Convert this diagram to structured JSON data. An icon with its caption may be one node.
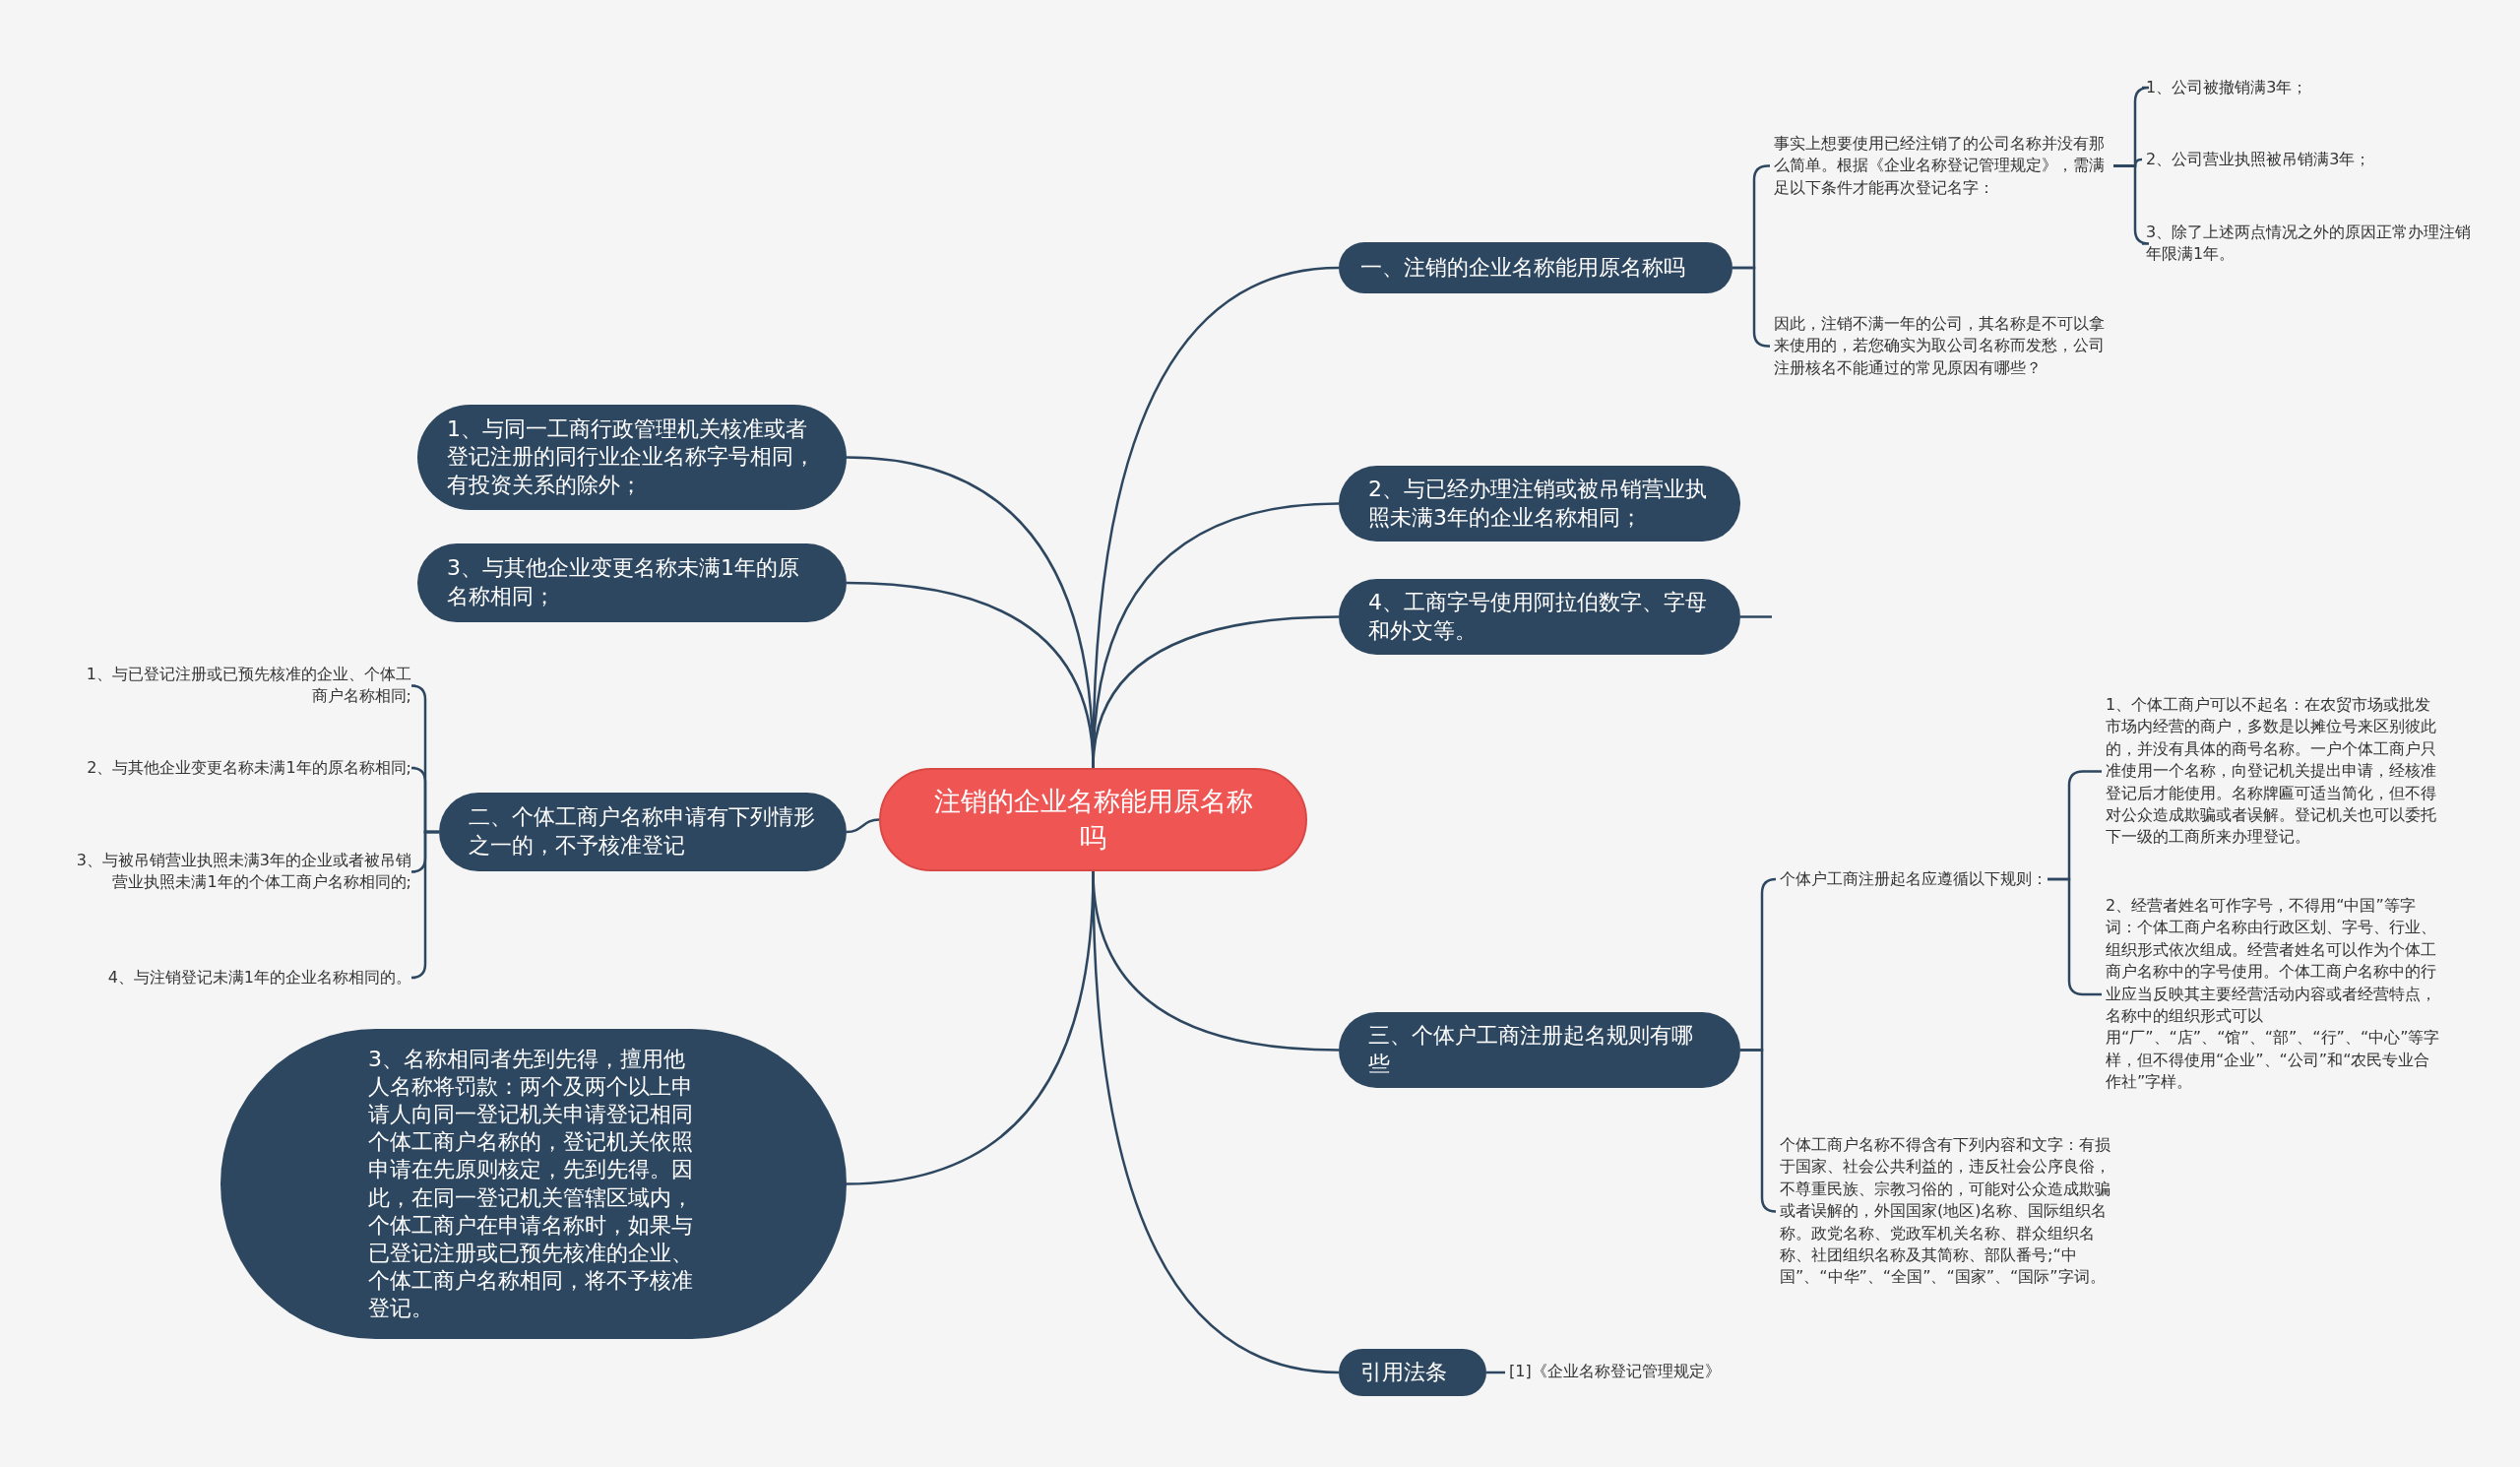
{
  "diagram": {
    "nodes": [
      {
        "text": [
          "注销的企业名称能用原名称吗"
        ]
      },
      {
        "text": [
          "一、注销的企业名称能用原名称吗"
        ]
      },
      {
        "text": [
          "事实上想要使用已经注销了的公司名称并没有那么简单。根据《企业名称登记管理规定》，需满足以下条件才能再次登记名字："
        ]
      },
      {
        "text": [
          "1、公司被撤销满3年；"
        ]
      },
      {
        "text": [
          "2、公司营业执照被吊销满3年；"
        ]
      },
      {
        "text": [
          "3、除了上述两点情况之外的原因正常办理注销年限满1年。"
        ]
      },
      {
        "text": [
          "因此，注销不满一年的公司，其名称是不可以拿来使用的，若您确实为取公司名称而发愁，公司注册核名不能通过的常见原因有哪些？"
        ]
      },
      {
        "text": [
          "1、与同一工商行政管理机关核准或者登记注册的同行业企业名称字号相同，有投资关系的除外；"
        ]
      },
      {
        "text": [
          "2、与已经办理注销或被吊销营业执照未满3年的企业名称相同；"
        ]
      },
      {
        "text": [
          "3、与其他企业变更名称未满1年的原名称相同；"
        ]
      },
      {
        "text": [
          "4、工商字号使用阿拉伯数字、字母和外文等。"
        ]
      },
      {
        "text": [
          "二、个体工商户名称申请有下列情形之一的，不予核准登记"
        ]
      },
      {
        "text": [
          "1、与已登记注册或已预先核准的企业、个体工商户名称相同;"
        ]
      },
      {
        "text": [
          "2、与其他企业变更名称未满1年的原名称相同;"
        ]
      },
      {
        "text": [
          "3、与被吊销营业执照未满3年的企业或者被吊销营业执照未满1年的个体工商户名称相同的;"
        ]
      },
      {
        "text": [
          "4、与注销登记未满1年的企业名称相同的。"
        ]
      },
      {
        "text": [
          "三、个体户工商注册起名规则有哪些"
        ]
      },
      {
        "text": [
          "个体户工商注册起名应遵循以下规则："
        ]
      },
      {
        "text": [
          "1、个体工商户可以不起名：在农贸市场或批发市场内经营的商户，多数是以摊位号来区别彼此的，并没有具体的商号名称。一户个体工商户只准使用一个名称，向登记机关提出申请，经核准登记后才能使用。名称牌匾可适当简化，但不得对公众造成欺骗或者误解。登记机关也可以委托下一级的工商所来办理登记。"
        ]
      },
      {
        "text": [
          "2、经营者姓名可作字号，不得用“中国”等字词：个体工商户名称由行政区划、字号、行业、组织形式依次组成。经营者姓名可以作为个体工商户名称中的字号使用。个体工商户名称中的行业应当反映其主要经营活动内容或者经营特点，名称中的组织形式可以用“厂”、“店”、“馆”、“部”、“行”、“中心”等字样，但不得使用“企业”、“公司”和“农民专业合作社”字样。"
        ]
      },
      {
        "text": [
          "个体工商户名称不得含有下列内容和文字：有损于国家、社会公共利益的，违反社会公序良俗，不尊重民族、宗教习俗的，可能对公众造成欺骗或者误解的，外国国家(地区)名称、国际组织名称。政党名称、党政军机关名称、群众组织名称、社团组织名称及其简称、部队番号;“中国”、“中华”、“全国”、“国家”、“国际”字词。"
        ]
      },
      {
        "text": [
          "3、名称相同者先到先得，擅用他人名称将罚款：两个及两个以上申请人向同一登记机关申请登记相同个体工商户名称的，登记机关依照申请在先原则核定，先到先得。因此，在同一登记机关管辖区域内，个体工商户在申请名称时，如果与已登记注册或已预先核准的企业、个体工商户名称相同，将不予核准登记。"
        ]
      },
      {
        "text": [
          "引用法条"
        ]
      },
      {
        "text": [
          "[1]《企业名称登记管理规定》"
        ]
      }
    ],
    "edges": [
      {
        "from": 0,
        "to": 1,
        "arrow": "none"
      },
      {
        "from": 1,
        "to": 2,
        "arrow": "none"
      },
      {
        "from": 2,
        "to": 3,
        "arrow": "none"
      },
      {
        "from": 2,
        "to": 4,
        "arrow": "none"
      },
      {
        "from": 2,
        "to": 5,
        "arrow": "none"
      },
      {
        "from": 1,
        "to": 6,
        "arrow": "none"
      },
      {
        "from": 0,
        "to": 7,
        "arrow": "none"
      },
      {
        "from": 0,
        "to": 8,
        "arrow": "none"
      },
      {
        "from": 0,
        "to": 9,
        "arrow": "none"
      },
      {
        "from": 0,
        "to": 10,
        "arrow": "none"
      },
      {
        "from": 10,
        "to": null,
        "arrow": "none"
      },
      {
        "from": 0,
        "to": 11,
        "arrow": "none"
      },
      {
        "from": 11,
        "to": 12,
        "arrow": "none"
      },
      {
        "from": 11,
        "to": 13,
        "arrow": "none"
      },
      {
        "from": 11,
        "to": 14,
        "arrow": "none"
      },
      {
        "from": 11,
        "to": 15,
        "arrow": "none"
      },
      {
        "from": 0,
        "to": 16,
        "arrow": "none"
      },
      {
        "from": 16,
        "to": 17,
        "arrow": "none"
      },
      {
        "from": 17,
        "to": 18,
        "arrow": "none"
      },
      {
        "from": 17,
        "to": 19,
        "arrow": "none"
      },
      {
        "from": 16,
        "to": 20,
        "arrow": "none"
      },
      {
        "from": 0,
        "to": 21,
        "arrow": "none"
      },
      {
        "from": 0,
        "to": 22,
        "arrow": "none"
      },
      {
        "from": 22,
        "to": 23,
        "arrow": "none"
      }
    ]
  }
}
